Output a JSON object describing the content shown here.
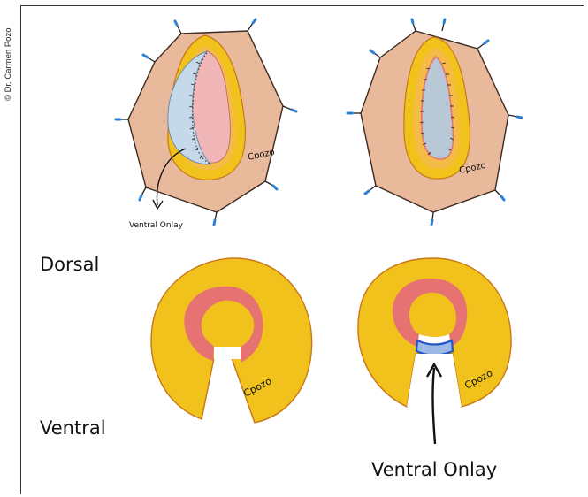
{
  "credit": "© Dr. Carmen Pozo",
  "labels": {
    "dorsal": "Dorsal",
    "ventral": "Ventral",
    "ventral_onlay_small": "Ventral Onlay",
    "ventral_onlay_large": "Ventral Onlay"
  },
  "signatures": {
    "top_left": "Cpozo",
    "top_right": "Cpozo",
    "bottom_left": "Cpozo",
    "bottom_right": "Cpozo"
  },
  "colors": {
    "skin": "#e8b99a",
    "outline": "#3a2a22",
    "yellow": "#f1c21b",
    "yellow_edge": "#c8771a",
    "pink": "#e67272",
    "pink_light": "#f1b6b8",
    "graft_blue": "#c6d9ea",
    "onlay_blue": "#2457c6",
    "suture_tip": "#2b7fd6"
  }
}
